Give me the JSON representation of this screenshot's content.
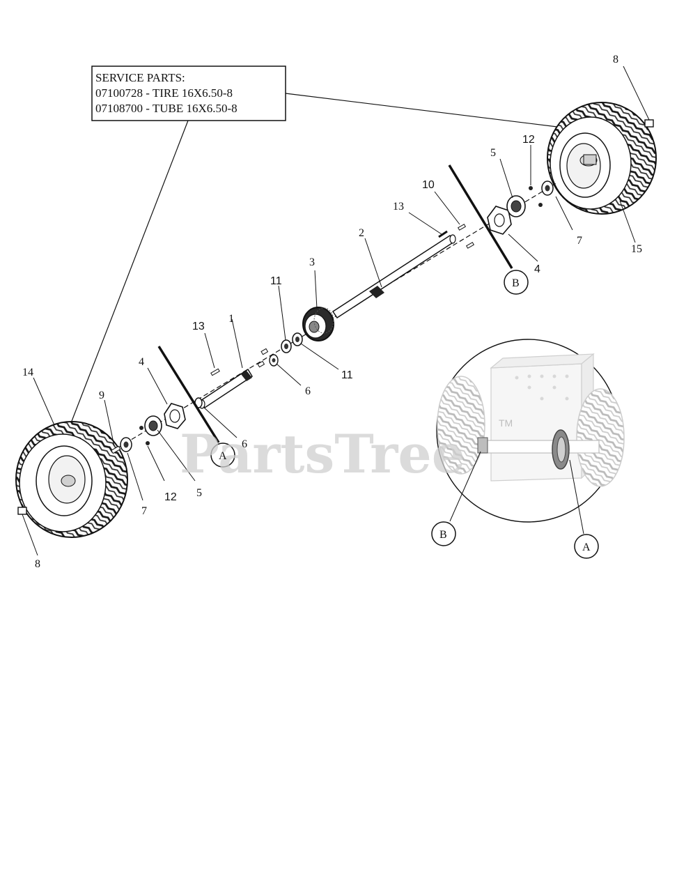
{
  "service_box": {
    "title": "SERVICE PARTS:",
    "line1": "07100728 - TIRE 16X6.50-8",
    "line2": "07108700 - TUBE 16X6.50-8"
  },
  "callouts": {
    "c8_top": "8",
    "c12_top": "12",
    "c5_top": "5",
    "c10": "10",
    "c13_top": "13",
    "c2": "2",
    "c7_top": "7",
    "c15": "15",
    "c4_top": "4",
    "cB_top": "B",
    "c3": "3",
    "c11_left": "11",
    "c11_right": "11",
    "c13_mid": "13",
    "c1": "1",
    "c6_mid": "6",
    "c6_low": "6",
    "c4_low": "4",
    "cA_low": "A",
    "c14": "14",
    "c9": "9",
    "c5_low": "5",
    "c12_low": "12",
    "c7_low": "7",
    "c8_low": "8",
    "cB_inset": "B",
    "cA_inset": "A"
  },
  "watermark": {
    "text": "PartsTree",
    "tm": "TM"
  }
}
